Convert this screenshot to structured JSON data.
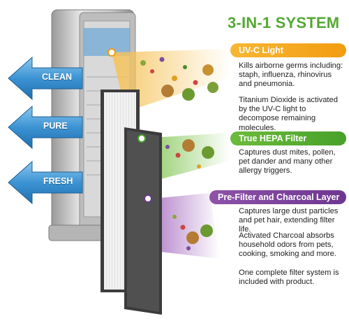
{
  "title": "3-IN-1 SYSTEM",
  "arrows": [
    {
      "label": "CLEAN"
    },
    {
      "label": "PURE"
    },
    {
      "label": "FRESH"
    }
  ],
  "stages": {
    "uvc": {
      "label": "UV-C Light",
      "desc1": "Kills airborne germs including: staph, influenza, rhinovirus and pneumonia.",
      "desc2": "Titanium Dioxide is activated by the UV-C light to decompose remaining molecules."
    },
    "hepa": {
      "label": "True HEPA Filter",
      "desc": "Captures dust mites, pollen, pet dander and many other allergy triggers."
    },
    "charcoal": {
      "label": "Pre-Filter and Charcoal Layer",
      "desc1": "Captures large dust particles and pet hair, extending filter life.",
      "desc2": "Activated Charcoal absorbs household odors from pets, cooking, smoking and more.",
      "desc3": "One complete filter system is included with product."
    }
  },
  "colors": {
    "title": "#55a833",
    "uvc": "#f39c12",
    "hepa": "#48a12a",
    "charcoal": "#6e3690",
    "arrow": "#2f88c8"
  }
}
